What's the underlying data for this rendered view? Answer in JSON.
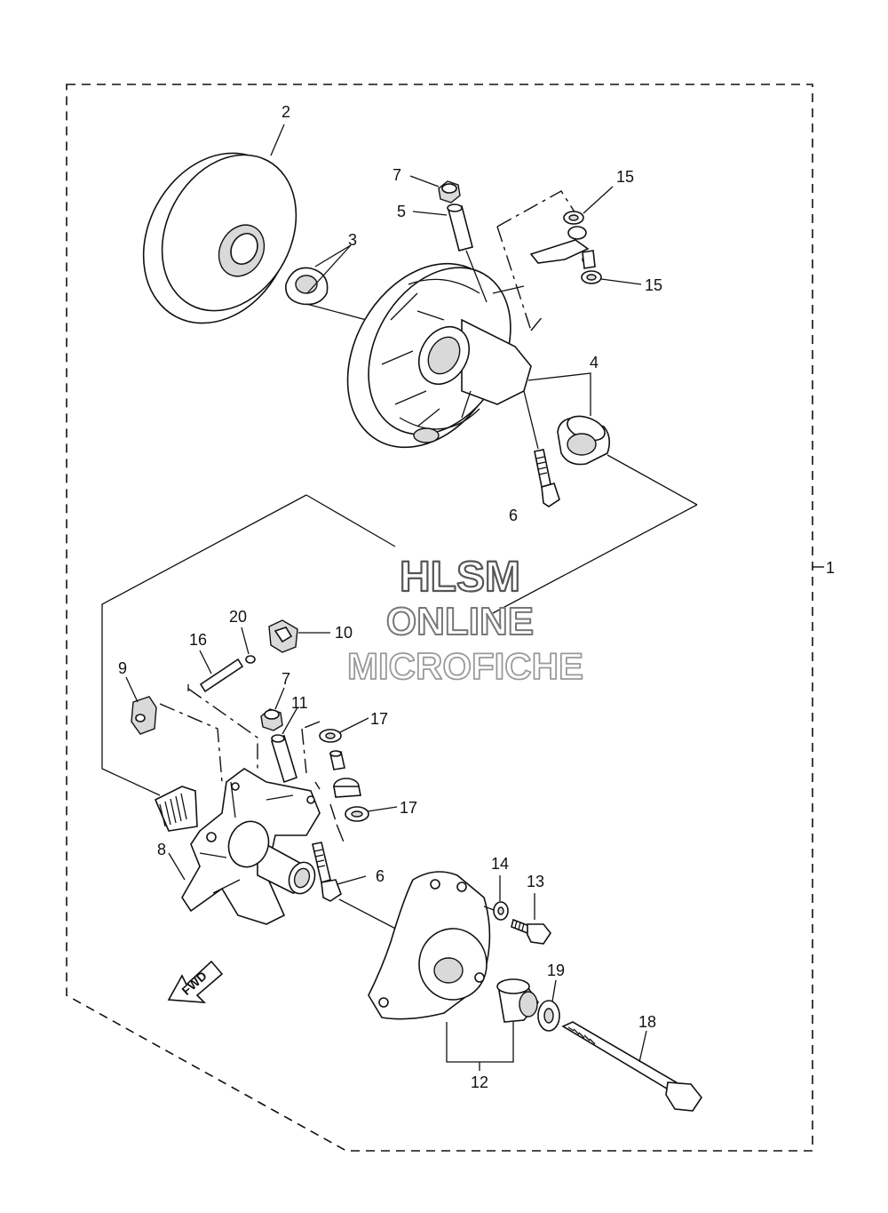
{
  "callouts": {
    "c1": "1",
    "c2": "2",
    "c3": "3",
    "c4": "4",
    "c5": "5",
    "c6a": "6",
    "c6b": "6",
    "c7a": "7",
    "c7b": "7",
    "c8": "8",
    "c9": "9",
    "c10": "10",
    "c11": "11",
    "c12": "12",
    "c13": "13",
    "c14": "14",
    "c15a": "15",
    "c15b": "15",
    "c16": "16",
    "c17a": "17",
    "c17b": "17",
    "c18": "18",
    "c19": "19",
    "c20": "20"
  },
  "fwd_label": "FWD",
  "watermark": {
    "line1": "HLSM",
    "line2": "ONLINE",
    "line3": "MICROFICHE"
  },
  "colors": {
    "line": "#111111",
    "watermark_stroke": "#555555",
    "watermark_stroke_light": "#999999"
  }
}
